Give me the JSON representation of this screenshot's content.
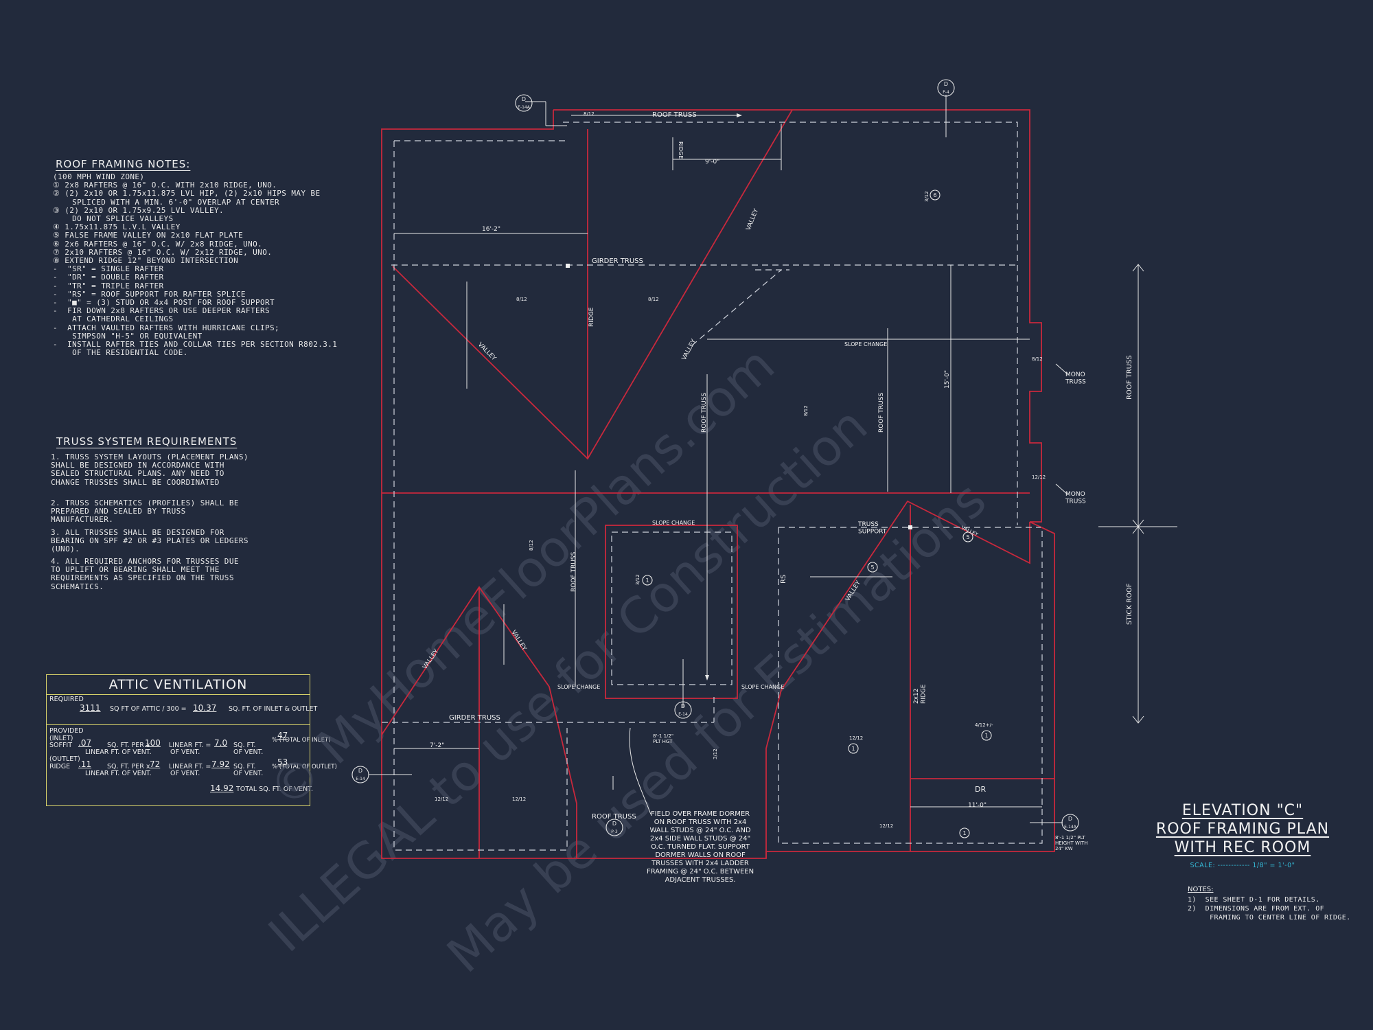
{
  "roof_notes": {
    "title": "ROOF FRAMING NOTES:",
    "items": [
      "(100 MPH WIND ZONE)",
      "① 2x8 RAFTERS @ 16\" O.C. WITH 2x10 RIDGE, UNO.",
      "② (2) 2x10 OR 1.75x11.875 LVL HIP, (2) 2x10 HIPS MAY BE",
      "    SPLICED WITH A MIN. 6'-0\" OVERLAP AT CENTER",
      "③ (2) 2x10 OR 1.75x9.25 LVL VALLEY.",
      "    DO NOT SPLICE VALLEYS",
      "④ 1.75x11.875 L.V.L VALLEY",
      "⑤ FALSE FRAME VALLEY ON 2x10 FLAT PLATE",
      "⑥ 2x6 RAFTERS @ 16\" O.C. W/ 2x8 RIDGE, UNO.",
      "⑦ 2x10 RAFTERS @ 16\" O.C. W/ 2x12 RIDGE, UNO.",
      "⑧ EXTEND RIDGE 12\" BEYOND INTERSECTION",
      "-  \"SR\" = SINGLE RAFTER",
      "-  \"DR\" = DOUBLE RAFTER",
      "-  \"TR\" = TRIPLE RAFTER",
      "-  \"RS\" = ROOF SUPPORT FOR RAFTER SPLICE",
      "-  \"■\" = (3) STUD OR 4x4 POST FOR ROOF SUPPORT",
      "-  FIR DOWN 2x8 RAFTERS OR USE DEEPER RAFTERS",
      "    AT CATHEDRAL CEILINGS",
      "-  ATTACH VAULTED RAFTERS WITH HURRICANE CLIPS;",
      "    SIMPSON \"H-5\" OR EQUIVALENT",
      "-  INSTALL RAFTER TIES AND COLLAR TIES PER SECTION R802.3.1",
      "    OF THE RESIDENTIAL CODE."
    ]
  },
  "truss_req": {
    "title": "TRUSS SYSTEM REQUIREMENTS",
    "items": [
      "1. TRUSS SYSTEM LAYOUTS (PLACEMENT PLANS)\nSHALL BE DESIGNED IN ACCORDANCE WITH\nSEALED STRUCTURAL PLANS. ANY NEED TO\nCHANGE TRUSSES SHALL BE COORDINATED",
      "2. TRUSS SCHEMATICS (PROFILES) SHALL BE\nPREPARED AND SEALED BY TRUSS\nMANUFACTURER.",
      "3. ALL TRUSSES SHALL BE DESIGNED FOR\nBEARING ON SPF #2 OR #3 PLATES OR LEDGERS\n(UNO).",
      "4. ALL REQUIRED ANCHORS FOR TRUSSES DUE\nTO UPLIFT OR BEARING SHALL MEET THE\nREQUIREMENTS AS SPECIFIED ON THE TRUSS\nSCHEMATICS."
    ]
  },
  "attic": {
    "title": "ATTIC VENTILATION",
    "required_label": "REQUIRED",
    "sqft_attic": "3111",
    "sqft_attic_text": "SQ FT OF ATTIC / 300 =",
    "required_value": "10.37",
    "required_unit": "SQ. FT. OF\nINLET & OUTLET",
    "provided_label": "PROVIDED",
    "inlet_label": "(INLET)",
    "soffit_label": "SOFFIT",
    "soffit_rate": ".07",
    "rate_text": "SQ. FT. PER x",
    "rate_sub": "LINEAR FT. OF VENT.",
    "soffit_len": "100",
    "len_text": "LINEAR FT. =",
    "len_sub": "OF VENT.",
    "soffit_area": "7.0",
    "area_text": "SQ. FT.",
    "area_sub": "OF VENT.",
    "inlet_pct": "47",
    "inlet_pct_text": "%\n(TOTAL OF\nINLET)",
    "outlet_label": "(OUTLET)",
    "ridge_label": "RIDGE",
    "ridge_rate": ".11",
    "ridge_len": "72",
    "ridge_area": "7.92",
    "outlet_pct": "53",
    "outlet_pct_text": "%\n(TOTAL OF\nOUTLET)",
    "total": "14.92",
    "total_text": "TOTAL  SQ. FT.\nOF VENT."
  },
  "plan_labels": {
    "roof_truss": "ROOF TRUSS",
    "girder_truss": "GIRDER TRUSS",
    "ridge": "RIDGE",
    "valley": "VALLEY",
    "slope_change": "SLOPE CHANGE",
    "truss_support": "TRUSS\nSUPPORT",
    "mono_truss": "MONO\nTRUSS",
    "stick_roof": "STICK ROOF",
    "rs": "RS",
    "dr": "DR",
    "ridge_2x12": "2x12\nRIDGE",
    "plt_hgt": "8'-1 1/2\"\nPLT HGT",
    "plt_height_kw": "8'-1 1/2\" PLT\nHEIGHT WITH\n24\" KW",
    "d_ref": "D",
    "dims": {
      "d1": "9'-0\"",
      "d2": "16'-2\"",
      "d3": "15'-0\"",
      "d4": "7'-2\"",
      "d5": "11'-0\""
    },
    "pitches": {
      "p8": "8/12",
      "p12": "12/12",
      "p3": "3/12",
      "p4": "4/12+/-"
    },
    "refs": {
      "r1": "E-14A",
      "r2": "P-4",
      "r3": "E-14",
      "r4": "P-3",
      "r5": "E-14A",
      "r6": "E-14"
    },
    "circled": {
      "c1": "1",
      "c5": "5",
      "c6": "6"
    },
    "dormer_note": "FIELD OVER FRAME DORMER\nON ROOF TRUSS WITH 2x4\nWALL STUDS @ 24\" O.C. AND\n2x4 SIDE WALL STUDS @ 24\"\nO.C. TURNED FLAT. SUPPORT\nDORMER WALLS ON ROOF\nTRUSSES WITH 2x4 LADDER\nFRAMING @ 24\" O.C. BETWEEN\nADJACENT TRUSSES."
  },
  "title_block": {
    "line1": "ELEVATION \"C\"",
    "line2": "ROOF FRAMING PLAN",
    "line3": "WITH REC ROOM",
    "scale": "SCALE: ------------ 1/8\" = 1'-0\""
  },
  "bottom_notes": {
    "title": "NOTES:",
    "items": [
      "1)  SEE SHEET D-1 FOR DETAILS.",
      "2)  DIMENSIONS ARE FROM EXT. OF\n     FRAMING TO CENTER LINE OF RIDGE."
    ]
  },
  "watermark": {
    "w1": "© MyHomeFloorPlans.com",
    "w2": "ILLEGAL to use for Construction",
    "w3": "May be used for Estimations"
  },
  "colors": {
    "background": "#222a3c",
    "wall_red": "#c8283c",
    "line_white": "#e8e8e8",
    "ventilation_border": "#d9d36a",
    "scale_cyan": "#35b9d6"
  }
}
